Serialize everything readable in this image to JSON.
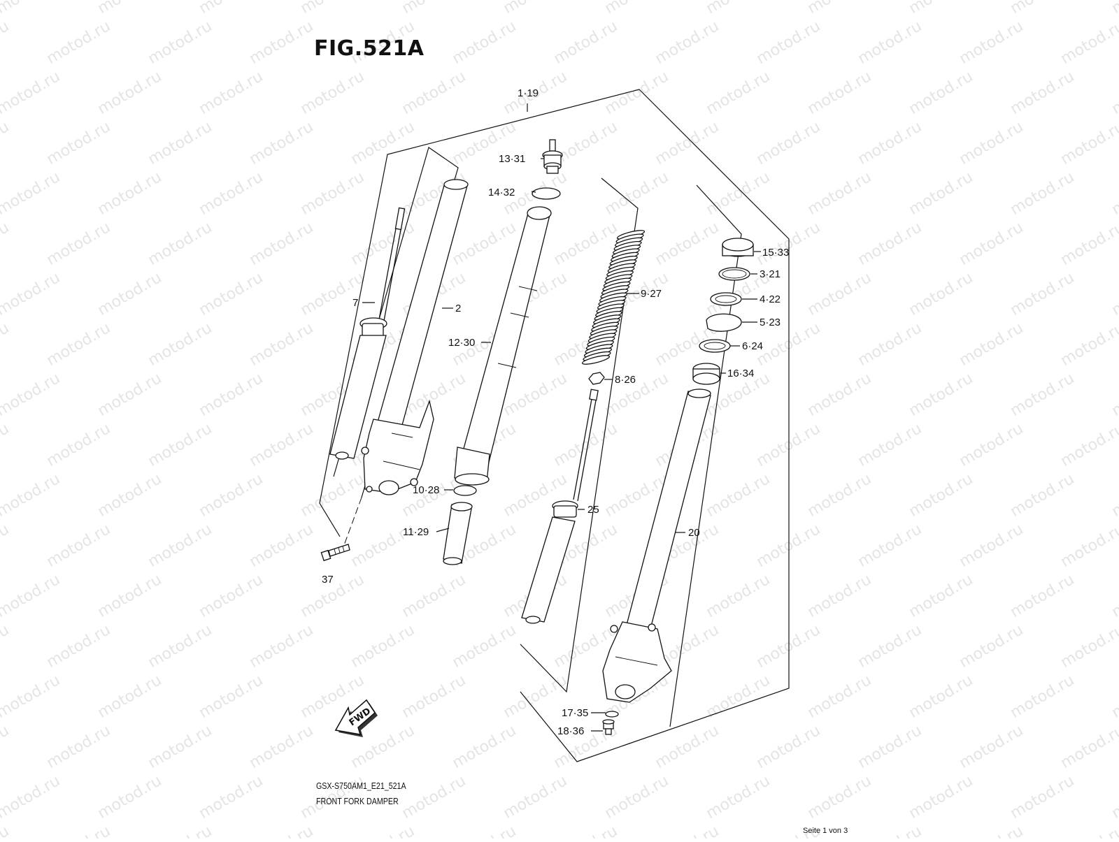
{
  "figure": {
    "title": "FIG.521A",
    "model_code": "GSX-S750AM1_E21_521A",
    "name": "FRONT FORK DAMPER",
    "page": "Seite 1 von 3",
    "watermark": "motod.ru",
    "fwd_label": "FWD"
  },
  "callouts": [
    {
      "id": "c-1-19",
      "label": "1·19"
    },
    {
      "id": "c-13-31",
      "label": "13·31"
    },
    {
      "id": "c-14-32",
      "label": "14·32"
    },
    {
      "id": "c-15-33",
      "label": "15·33"
    },
    {
      "id": "c-3-21",
      "label": "3·21"
    },
    {
      "id": "c-4-22",
      "label": "4·22"
    },
    {
      "id": "c-5-23",
      "label": "5·23"
    },
    {
      "id": "c-6-24",
      "label": "6·24"
    },
    {
      "id": "c-16-34",
      "label": "16·34"
    },
    {
      "id": "c-9-27",
      "label": "9·27"
    },
    {
      "id": "c-8-26",
      "label": "8·26"
    },
    {
      "id": "c-7",
      "label": "7"
    },
    {
      "id": "c-2",
      "label": "2"
    },
    {
      "id": "c-12-30",
      "label": "12·30"
    },
    {
      "id": "c-10-28",
      "label": "10·28"
    },
    {
      "id": "c-11-29",
      "label": "11·29"
    },
    {
      "id": "c-25",
      "label": "25"
    },
    {
      "id": "c-20",
      "label": "20"
    },
    {
      "id": "c-37",
      "label": "37"
    },
    {
      "id": "c-17-35",
      "label": "17·35"
    },
    {
      "id": "c-18-36",
      "label": "18·36"
    }
  ]
}
